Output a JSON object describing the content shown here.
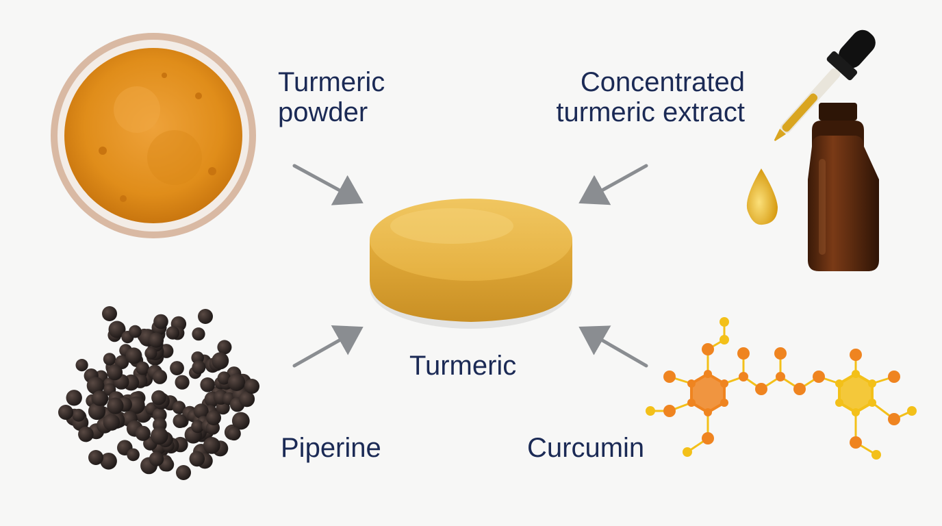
{
  "labels": {
    "powder_line1": "Turmeric",
    "powder_line2": "powder",
    "extract_line1": "Concentrated",
    "extract_line2": "turmeric extract",
    "center": "Turmeric",
    "piperine": "Piperine",
    "curcumin": "Curcumin"
  },
  "colors": {
    "text": "#1b2a55",
    "arrow": "#8a8d91",
    "turmeric": "#e1901b",
    "tablet": "#e8b545",
    "bottle": "#5a2a10",
    "dropper": "#111111",
    "oil": "#d9a520",
    "pepper": "#2a2220",
    "molecule_orange": "#ef8420",
    "molecule_yellow": "#f3c019"
  },
  "icons": [
    "turmeric-bowl-icon",
    "dropper-bottle-icon",
    "tablet-icon",
    "peppercorns-icon",
    "curcumin-molecule-icon",
    "arrow-icon"
  ]
}
